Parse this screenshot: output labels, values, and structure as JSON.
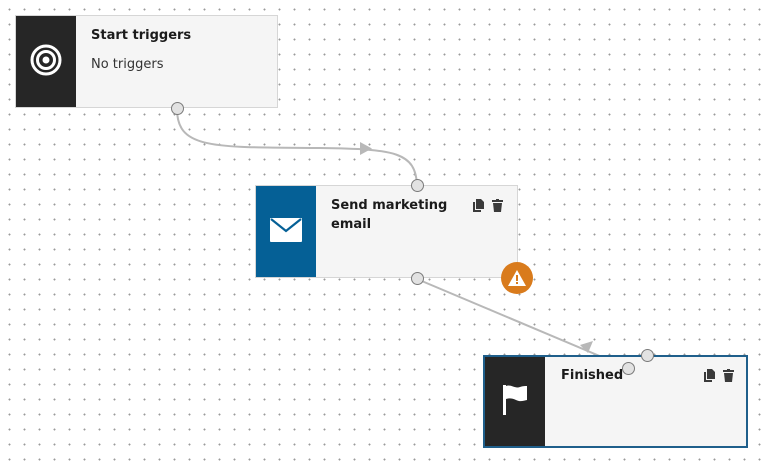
{
  "colors": {
    "trigger_icon_bg": "#262626",
    "email_icon_bg": "#056096",
    "finished_icon_bg": "#262626",
    "selected_border": "#1f5f8b",
    "warning": "#d97b1c",
    "edge": "#b8b8b8"
  },
  "nodes": {
    "start": {
      "title": "Start triggers",
      "subtitle": "No triggers",
      "icon": "target-icon"
    },
    "email": {
      "title": "Send marketing email",
      "icon": "envelope-icon",
      "copy_icon": "copy-icon",
      "delete_icon": "trash-icon",
      "warning_icon": "warning-icon"
    },
    "finished": {
      "title": "Finished",
      "icon": "flag-icon",
      "copy_icon": "copy-icon",
      "delete_icon": "trash-icon"
    }
  }
}
